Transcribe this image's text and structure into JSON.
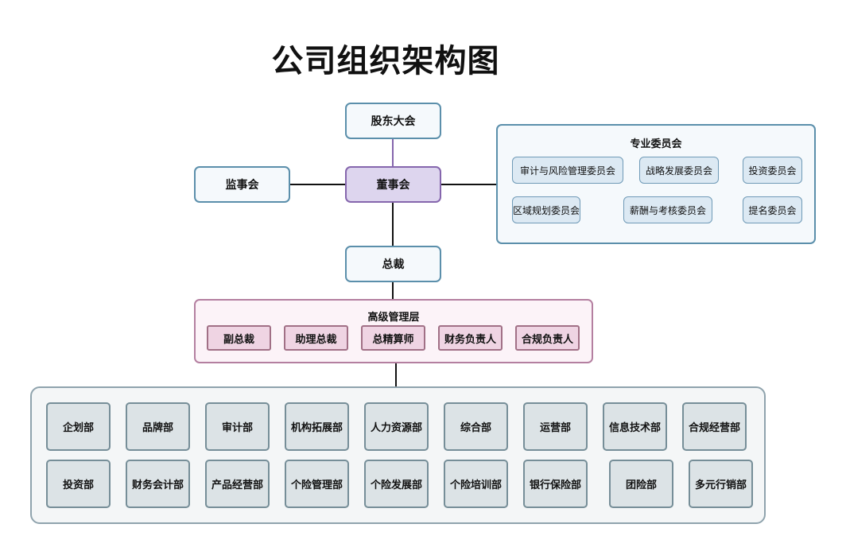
{
  "title": "公司组织架构图",
  "nodes": {
    "shareholders": "股东大会",
    "board": "董事会",
    "supervisors": "监事会",
    "president": "总裁"
  },
  "committees": {
    "title": "专业委员会",
    "items": [
      "审计与风险管理委员会",
      "战略发展委员会",
      "投资委员会",
      "区域规划委员会",
      "薪酬与考核委员会",
      "提名委员会"
    ]
  },
  "senior_management": {
    "title": "高级管理层",
    "items": [
      "副总裁",
      "助理总裁",
      "总精算师",
      "财务负责人",
      "合规负责人"
    ]
  },
  "departments": {
    "row1": [
      "企划部",
      "品牌部",
      "审计部",
      "机构拓展部",
      "人力资源部",
      "综合部",
      "运营部",
      "信息技术部",
      "合规经营部"
    ],
    "row2": [
      "投资部",
      "财务会计部",
      "产品经营部",
      "个险管理部",
      "个险发展部",
      "个险培训部",
      "银行保险部",
      "团险部",
      "多元行销部"
    ]
  },
  "colors": {
    "main_border": "#5b8fab",
    "board_fill": "#ddd5ee",
    "board_border": "#8566ad",
    "senior_fill": "#efd4e3",
    "dept_fill": "#dce3e6"
  }
}
